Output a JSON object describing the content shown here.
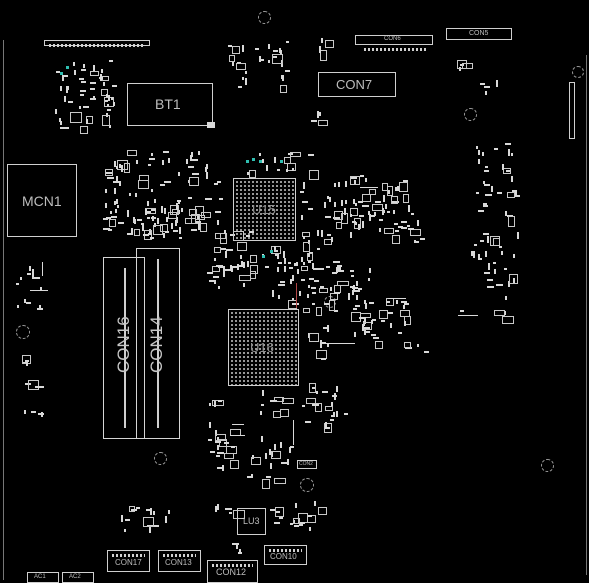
{
  "board": {
    "components": {
      "bt1": "BT1",
      "mcn1": "MCN1",
      "u15": "U15",
      "u16": "U16",
      "con16": "CON16",
      "con14": "CON14",
      "con6": "CON6",
      "con5": "CON5",
      "con7": "CON7",
      "con2": "CON2",
      "lu3": "LU3",
      "con17": "CON17",
      "con13": "CON13",
      "con12": "CON12",
      "con10": "CON10",
      "ac1": "AC1",
      "ac2": "AC2"
    }
  }
}
